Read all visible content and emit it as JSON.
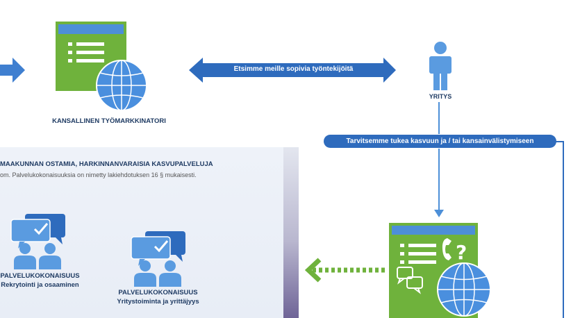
{
  "diagram": {
    "arrow_text": "Etsimme meille sopivia työntekijöitä",
    "national_market_label": "KANSALLINEN TYÖMARKKINATORI",
    "company_label": "YRITYS",
    "support_text": "Tarvitsemme tukea kasvuun ja / tai  kansainvälistymiseen",
    "panel": {
      "title": "MAAKUNNAN OSTAMIA, HARKINNANVARAISIA KASVUPALVELUJA",
      "subtitle": "om. Palvelukokonaisuuksia on nimetty lakiehdotuksen 16 § mukaisesti.",
      "services": [
        {
          "title": "PALVELUKOKONAISUUS",
          "subtitle": "Rekrytointi ja osaaminen"
        },
        {
          "title": "PALVELUKOKONAISUUS",
          "subtitle": "Yritystoiminta ja yrittäjyys"
        }
      ]
    }
  },
  "colors": {
    "arrow_blue": "#3f7fd0",
    "dark_blue": "#2e6bbd",
    "green": "#6fb23c",
    "light_blue": "#5a9be0",
    "text_navy": "#1f3b63"
  },
  "icons": [
    "arrow-right-icon",
    "window-globe-icon",
    "double-arrow-icon",
    "person-icon",
    "people-chat-icon",
    "phone-question-icon",
    "dotted-arrow-left-icon"
  ]
}
